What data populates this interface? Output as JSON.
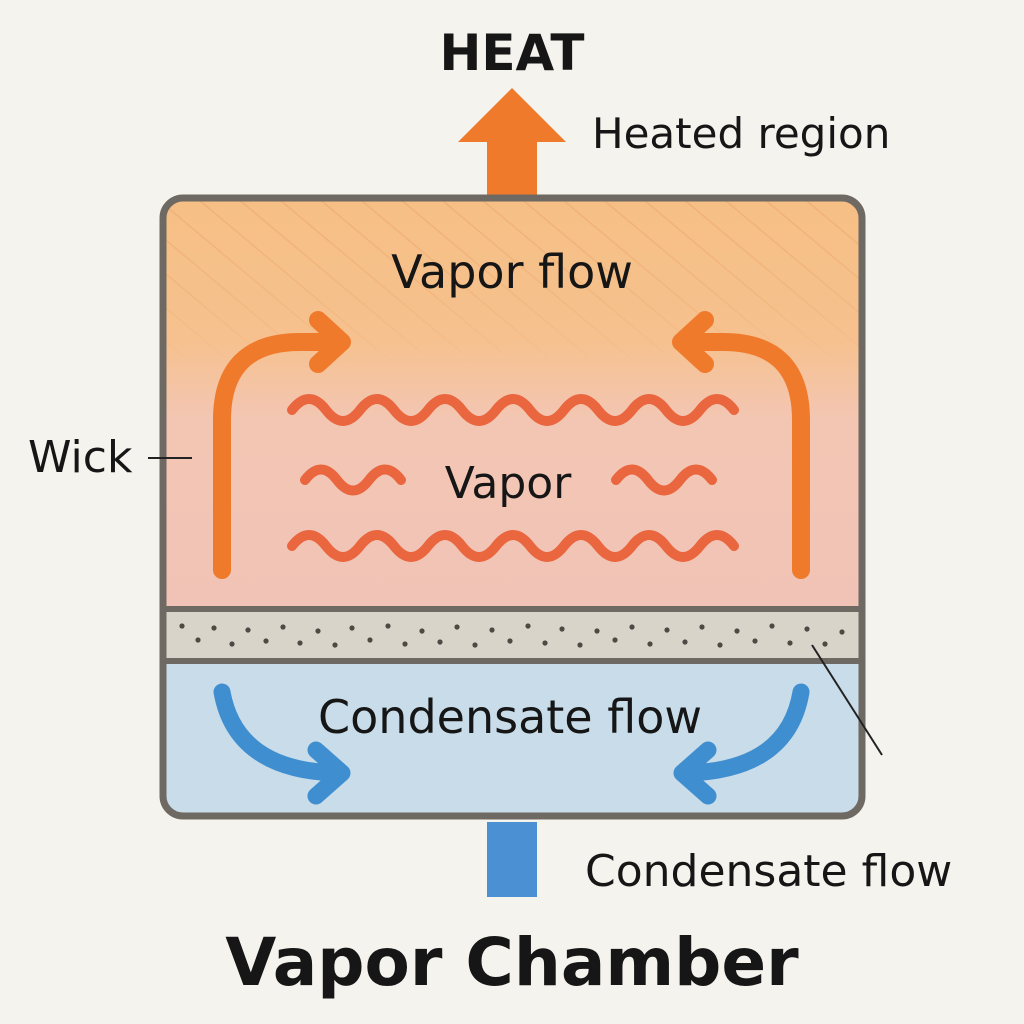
{
  "title": "Vapor Chamber",
  "heat_label": "HEAT",
  "heated_region_label": "Heated region",
  "vapor_flow_label": "Vapor flow",
  "vapor_label": "Vapor",
  "wick_label": "Wick",
  "condensate_flow_inner_label": "Condensate flow",
  "condensate_flow_outer_label": "Condensate flow",
  "colors": {
    "background": "#f5f3ee",
    "casing": "#6e6962",
    "heated_region": "#f6bf85",
    "vapor_region": "#f2c2b4",
    "wick_layer": "#d8d4ca",
    "condensate_region": "#c5dae7",
    "heat_arrow": "#f07a2c",
    "vapor_wave": "#e9663f",
    "condensate_arrow": "#3f8ed0"
  }
}
